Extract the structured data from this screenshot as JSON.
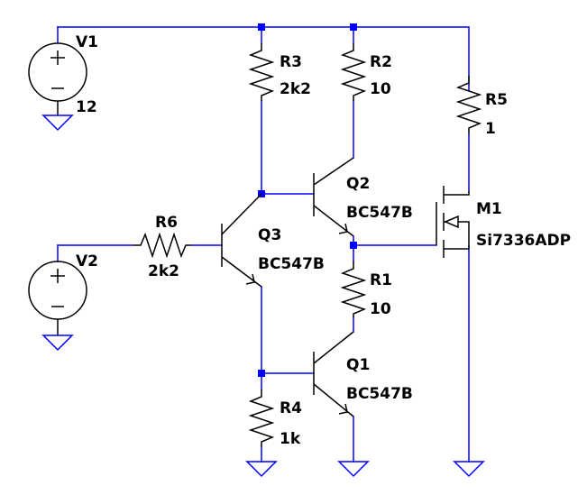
{
  "components": {
    "V1": {
      "name": "V1",
      "value": "12"
    },
    "V2": {
      "name": "V2",
      "value": ""
    },
    "R1": {
      "name": "R1",
      "value": "10"
    },
    "R2": {
      "name": "R2",
      "value": "10"
    },
    "R3": {
      "name": "R3",
      "value": "2k2"
    },
    "R4": {
      "name": "R4",
      "value": "1k"
    },
    "R5": {
      "name": "R5",
      "value": "1"
    },
    "R6": {
      "name": "R6",
      "value": "2k2"
    },
    "Q1": {
      "name": "Q1",
      "model": "BC547B"
    },
    "Q2": {
      "name": "Q2",
      "model": "BC547B"
    },
    "Q3": {
      "name": "Q3",
      "model": "BC547B"
    },
    "M1": {
      "name": "M1",
      "model": "Si7336ADP"
    }
  },
  "colors": {
    "wire": "#0000ff",
    "component": "#000000",
    "junction": "#0000ff"
  }
}
